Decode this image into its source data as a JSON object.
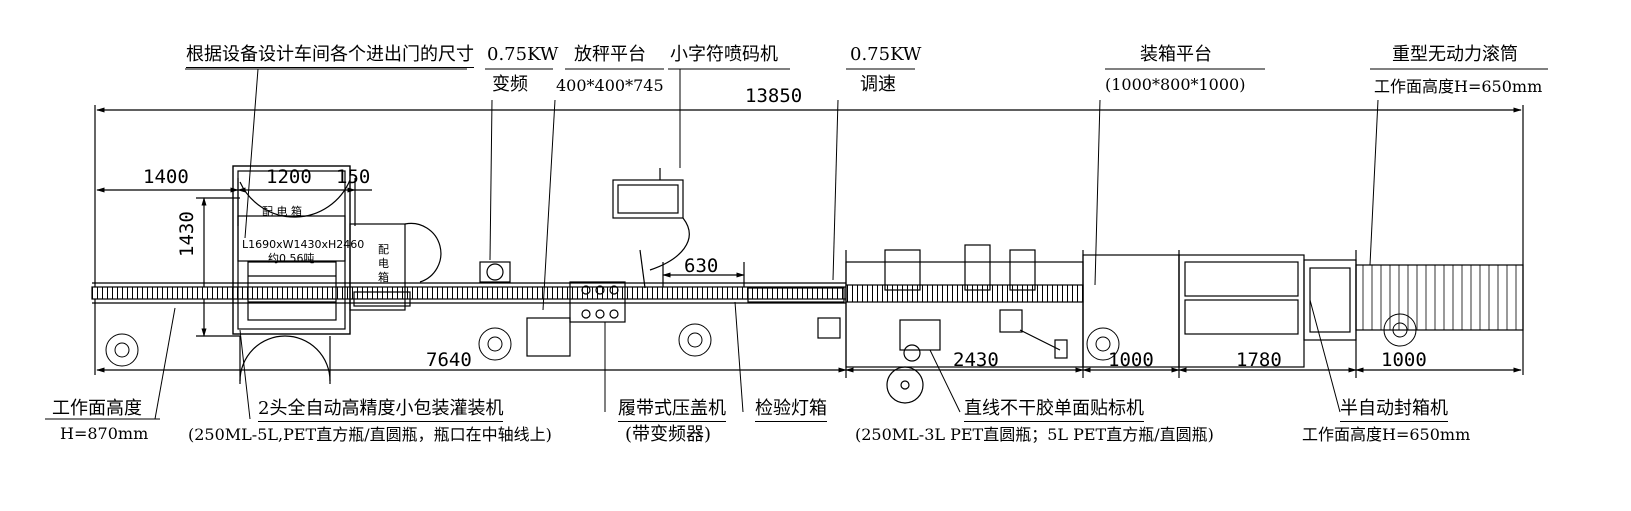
{
  "labels": {
    "door_note": "根据设备设计车间各个进出门的尺寸",
    "motor1_power": "0.75KW",
    "motor1_mode": "变频",
    "weigh_platform": "放秤平台",
    "weigh_platform_size": "400*400*745",
    "inkjet": "小字符喷码机",
    "motor2_power": "0.75KW",
    "motor2_mode": "调速",
    "packing_platform": "装箱平台",
    "packing_platform_size": "(1000*800*1000)",
    "roller": "重型无动力滚筒",
    "roller_height": "工作面高度H=650mm",
    "cabinet_title": "配 电 箱",
    "cabinet_size": "L1690xW1430xH2460",
    "cabinet_weight": "约0.56吨",
    "side_cabinet": "配电箱",
    "work_height": "工作面高度",
    "work_height_value": "H=870mm",
    "filler_name": "2头全自动高精度小包装灌装机",
    "filler_spec": "(250ML-5L,PET直方瓶/直圆瓶，瓶口在中轴线上)",
    "capper_name": "履带式压盖机",
    "capper_note": "(带变频器)",
    "light_box": "检验灯箱",
    "labeler_name": "直线不干胶单面贴标机",
    "labeler_spec": "(250ML-3L PET直圆瓶；5L PET直方瓶/直圆瓶)",
    "sealer_name": "半自动封箱机",
    "sealer_height": "工作面高度H=650mm"
  },
  "dimensions": {
    "total": "13850",
    "d1400": "1400",
    "d1200": "1200",
    "d150": "150",
    "d1430": "1430",
    "d630": "630",
    "d7640": "7640",
    "d2430": "2430",
    "d1000a": "1000",
    "d1780": "1780",
    "d1000b": "1000"
  }
}
